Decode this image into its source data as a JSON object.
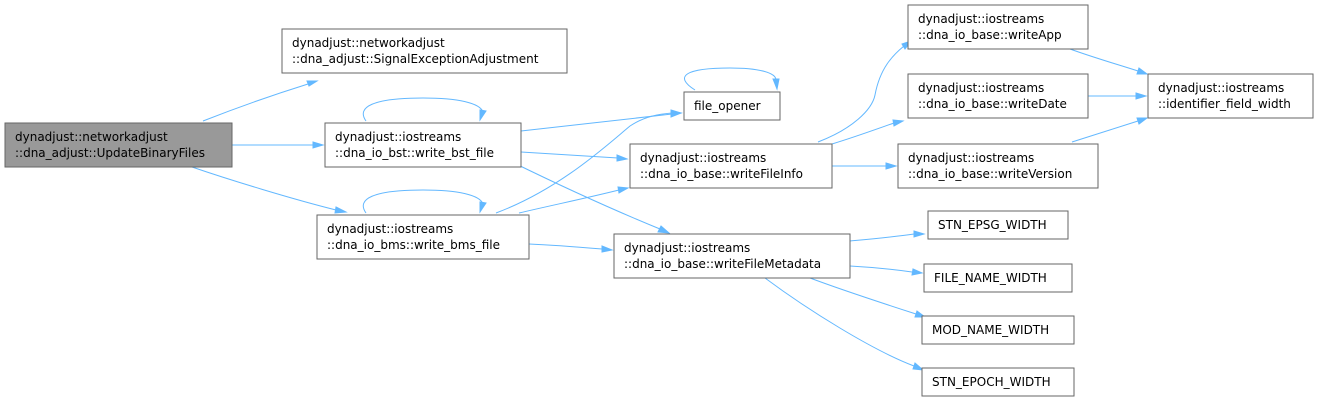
{
  "graph": {
    "nodes": [
      {
        "id": "update_binary_files",
        "lines": [
          "dynadjust::networkadjust",
          "::dna_adjust::UpdateBinaryFiles"
        ],
        "root": true
      },
      {
        "id": "signal_exception",
        "lines": [
          "dynadjust::networkadjust",
          "::dna_adjust::SignalExceptionAdjustment"
        ]
      },
      {
        "id": "write_bst_file",
        "lines": [
          "dynadjust::iostreams",
          "::dna_io_bst::write_bst_file"
        ]
      },
      {
        "id": "write_bms_file",
        "lines": [
          "dynadjust::iostreams",
          "::dna_io_bms::write_bms_file"
        ]
      },
      {
        "id": "file_opener",
        "lines": [
          "file_opener"
        ]
      },
      {
        "id": "write_file_info",
        "lines": [
          "dynadjust::iostreams",
          "::dna_io_base::writeFileInfo"
        ]
      },
      {
        "id": "write_file_metadata",
        "lines": [
          "dynadjust::iostreams",
          "::dna_io_base::writeFileMetadata"
        ]
      },
      {
        "id": "write_app",
        "lines": [
          "dynadjust::iostreams",
          "::dna_io_base::writeApp"
        ]
      },
      {
        "id": "write_date",
        "lines": [
          "dynadjust::iostreams",
          "::dna_io_base::writeDate"
        ]
      },
      {
        "id": "write_version",
        "lines": [
          "dynadjust::iostreams",
          "::dna_io_base::writeVersion"
        ]
      },
      {
        "id": "identifier_field_width",
        "lines": [
          "dynadjust::iostreams",
          "::identifier_field_width"
        ]
      },
      {
        "id": "stn_epsg_width",
        "lines": [
          "STN_EPSG_WIDTH"
        ]
      },
      {
        "id": "file_name_width",
        "lines": [
          "FILE_NAME_WIDTH"
        ]
      },
      {
        "id": "mod_name_width",
        "lines": [
          "MOD_NAME_WIDTH"
        ]
      },
      {
        "id": "stn_epoch_width",
        "lines": [
          "STN_EPOCH_WIDTH"
        ]
      }
    ],
    "edges": [
      {
        "from": "update_binary_files",
        "to": "signal_exception"
      },
      {
        "from": "update_binary_files",
        "to": "write_bst_file"
      },
      {
        "from": "update_binary_files",
        "to": "write_bms_file"
      },
      {
        "from": "write_bst_file",
        "to": "write_bst_file"
      },
      {
        "from": "write_bst_file",
        "to": "file_opener"
      },
      {
        "from": "write_bst_file",
        "to": "write_file_info"
      },
      {
        "from": "write_bst_file",
        "to": "write_file_metadata"
      },
      {
        "from": "write_bms_file",
        "to": "write_bms_file"
      },
      {
        "from": "write_bms_file",
        "to": "file_opener"
      },
      {
        "from": "write_bms_file",
        "to": "write_file_info"
      },
      {
        "from": "write_bms_file",
        "to": "write_file_metadata"
      },
      {
        "from": "file_opener",
        "to": "file_opener"
      },
      {
        "from": "write_file_info",
        "to": "write_app"
      },
      {
        "from": "write_file_info",
        "to": "write_date"
      },
      {
        "from": "write_file_info",
        "to": "write_version"
      },
      {
        "from": "write_app",
        "to": "identifier_field_width"
      },
      {
        "from": "write_date",
        "to": "identifier_field_width"
      },
      {
        "from": "write_version",
        "to": "identifier_field_width"
      },
      {
        "from": "write_file_metadata",
        "to": "stn_epsg_width"
      },
      {
        "from": "write_file_metadata",
        "to": "file_name_width"
      },
      {
        "from": "write_file_metadata",
        "to": "mod_name_width"
      },
      {
        "from": "write_file_metadata",
        "to": "stn_epoch_width"
      }
    ]
  },
  "colors": {
    "edge": "#63b8ff",
    "node_border": "#666666",
    "root_fill": "#999999",
    "node_fill": "#ffffff",
    "text": "#000000"
  }
}
